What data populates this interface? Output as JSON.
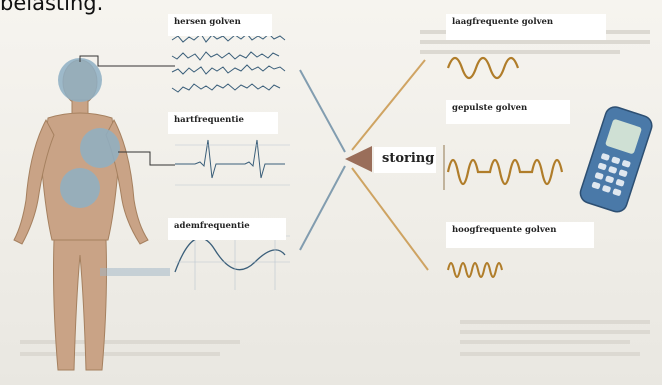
{
  "heading": "belasting.",
  "labels": {
    "brain_waves": "hersen golven",
    "heart_rate": "hartfrequentie",
    "breathing_rate": "ademfrequentie",
    "low_frequency": "laagfrequente golven",
    "pulsed": "gepulste golven",
    "high_frequency": "hoogfrequente golven",
    "interference": "storing"
  },
  "colors": {
    "skin": "#c9a386",
    "organ_highlight": "#8fb0c4",
    "wave_left": "#3b5f7a",
    "wave_right": "#b07d2a",
    "arrow": "#9a6e5a"
  },
  "icons": [
    "human-figure-icon",
    "mobile-phone-icon",
    "arrow-left-icon"
  ]
}
